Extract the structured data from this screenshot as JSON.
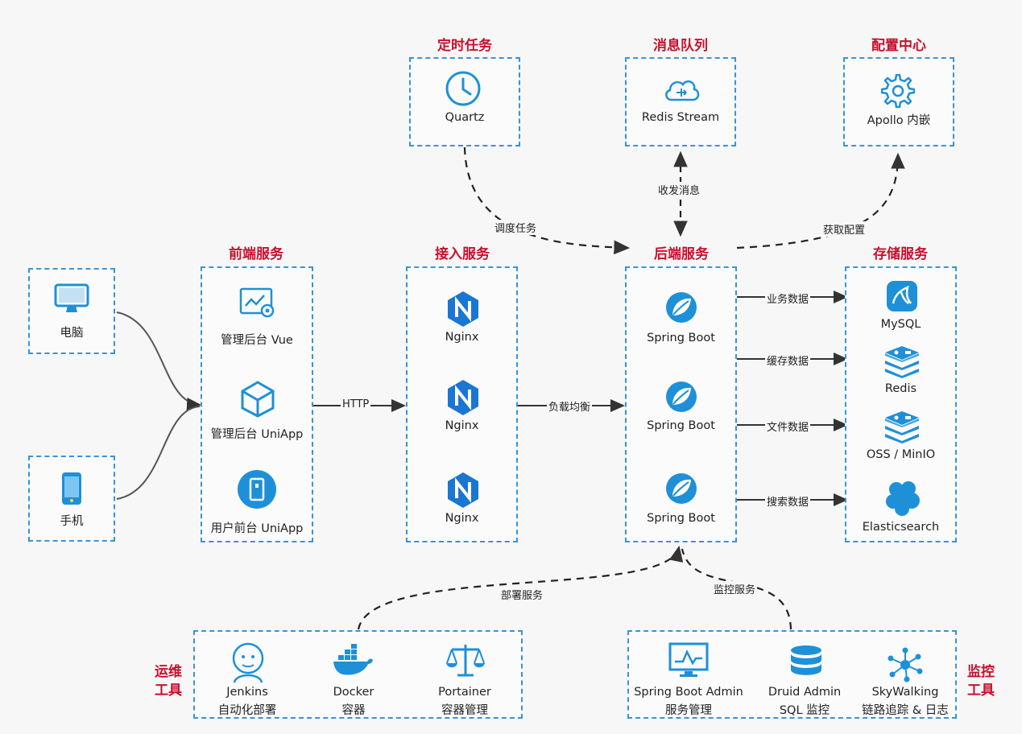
{
  "sections": {
    "scheduled": "定时任务",
    "mq": "消息队列",
    "config": "配置中心",
    "frontend": "前端服务",
    "gateway": "接入服务",
    "backend": "后端服务",
    "storage": "存储服务",
    "devops_1": "运维",
    "devops_2": "工具",
    "monitor_1": "监控",
    "monitor_2": "工具"
  },
  "clients": {
    "pc": "电脑",
    "phone": "手机"
  },
  "frontend": {
    "admin_vue": "管理后台 Vue",
    "admin_uniapp": "管理后台 UniApp",
    "user_uniapp": "用户前台 UniApp"
  },
  "gateway": {
    "nginx_1": "Nginx",
    "nginx_2": "Nginx",
    "nginx_3": "Nginx"
  },
  "backend": {
    "sb_1": "Spring Boot",
    "sb_2": "Spring Boot",
    "sb_3": "Spring Boot"
  },
  "top": {
    "quartz": "Quartz",
    "redis_stream": "Redis Stream",
    "apollo": "Apollo 内嵌"
  },
  "storage": {
    "mysql": "MySQL",
    "redis": "Redis",
    "oss": "OSS / MinIO",
    "es": "Elasticsearch"
  },
  "devops": {
    "jenkins_1": "Jenkins",
    "jenkins_2": "自动化部署",
    "docker_1": "Docker",
    "docker_2": "容器",
    "portainer_1": "Portainer",
    "portainer_2": "容器管理"
  },
  "monitor": {
    "sba_1": "Spring Boot Admin",
    "sba_2": "服务管理",
    "druid_1": "Druid Admin",
    "druid_2": "SQL 监控",
    "sky_1": "SkyWalking",
    "sky_2": "链路追踪 & 日志"
  },
  "edges": {
    "http": "HTTP",
    "lb": "负载均衡",
    "schedule": "调度任务",
    "msg": "收发消息",
    "config": "获取配置",
    "biz": "业务数据",
    "cache": "缓存数据",
    "file": "文件数据",
    "search": "搜索数据",
    "deploy": "部署服务",
    "monitor": "监控服务"
  },
  "colors": {
    "box_border": "#3a93d4",
    "title": "#c8102e",
    "icon_blue": "#1e90d8",
    "nginx": "#1976d2"
  }
}
